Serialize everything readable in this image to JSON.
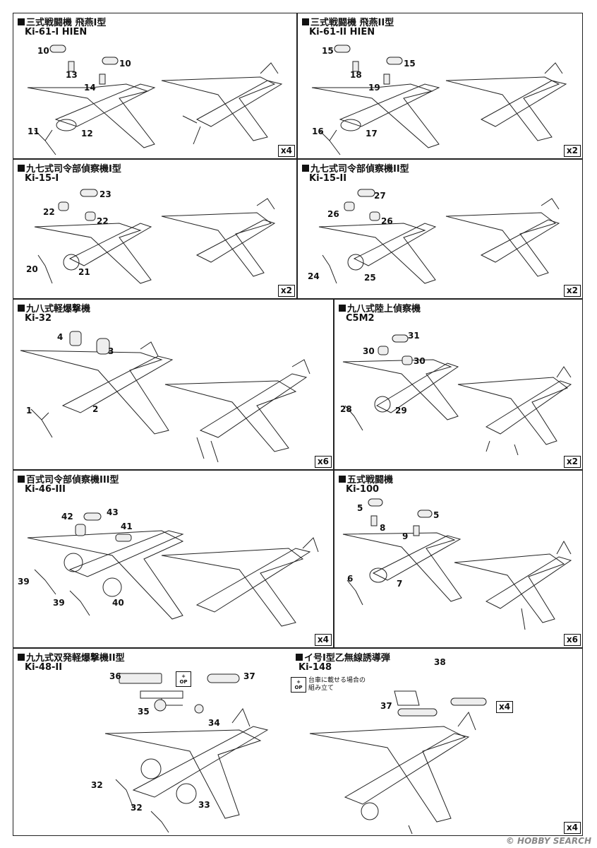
{
  "panels": {
    "ki61_1": {
      "title_jp": "三式戦闘機 飛燕I型",
      "title_en": "Ki-61-I HIEN",
      "qty": "x4",
      "parts": [
        "10",
        "13",
        "10",
        "14",
        "11",
        "12"
      ]
    },
    "ki61_2": {
      "title_jp": "三式戦闘機 飛燕II型",
      "title_en": "Ki-61-II HIEN",
      "qty": "x2",
      "parts": [
        "15",
        "18",
        "15",
        "19",
        "16",
        "17"
      ]
    },
    "ki15_1": {
      "title_jp": "九七式司令部偵察機I型",
      "title_en": "Ki-15-I",
      "qty": "x2",
      "parts": [
        "23",
        "22",
        "22",
        "20",
        "21"
      ]
    },
    "ki15_2": {
      "title_jp": "九七式司令部偵察機II型",
      "title_en": "Ki-15-II",
      "qty": "x2",
      "parts": [
        "27",
        "26",
        "26",
        "24",
        "25"
      ]
    },
    "ki32": {
      "title_jp": "九八式軽爆撃機",
      "title_en": "Ki-32",
      "qty": "x6",
      "parts": [
        "4",
        "3",
        "1",
        "2"
      ]
    },
    "c5m2": {
      "title_jp": "九八式陸上偵察機",
      "title_en": "C5M2",
      "qty": "x2",
      "parts": [
        "31",
        "30",
        "30",
        "28",
        "29"
      ]
    },
    "ki46": {
      "title_jp": "百式司令部偵察機III型",
      "title_en": "Ki-46-III",
      "qty": "x4",
      "parts": [
        "42",
        "43",
        "41",
        "39",
        "39",
        "40"
      ]
    },
    "ki100": {
      "title_jp": "五式戦闘機",
      "title_en": "Ki-100",
      "qty": "x6",
      "parts": [
        "5",
        "8",
        "5",
        "9",
        "6",
        "7"
      ]
    },
    "ki48": {
      "title_jp": "九九式双発軽爆撃機II型",
      "title_en": "Ki-48-II",
      "qty": "x4",
      "parts": [
        "36",
        "37",
        "35",
        "34",
        "32",
        "32",
        "33"
      ]
    },
    "ki148": {
      "title_jp": "イ号I型乙無線誘導弾",
      "title_en": "Ki-148",
      "qty": "x4",
      "parts": [
        "38",
        "37"
      ],
      "note_line1": "台車に載せる場合の",
      "note_line2": "組み立て"
    }
  },
  "op_badge": {
    "line1": "+",
    "line2": "OP"
  },
  "watermark": "© HOBBY SEARCH"
}
